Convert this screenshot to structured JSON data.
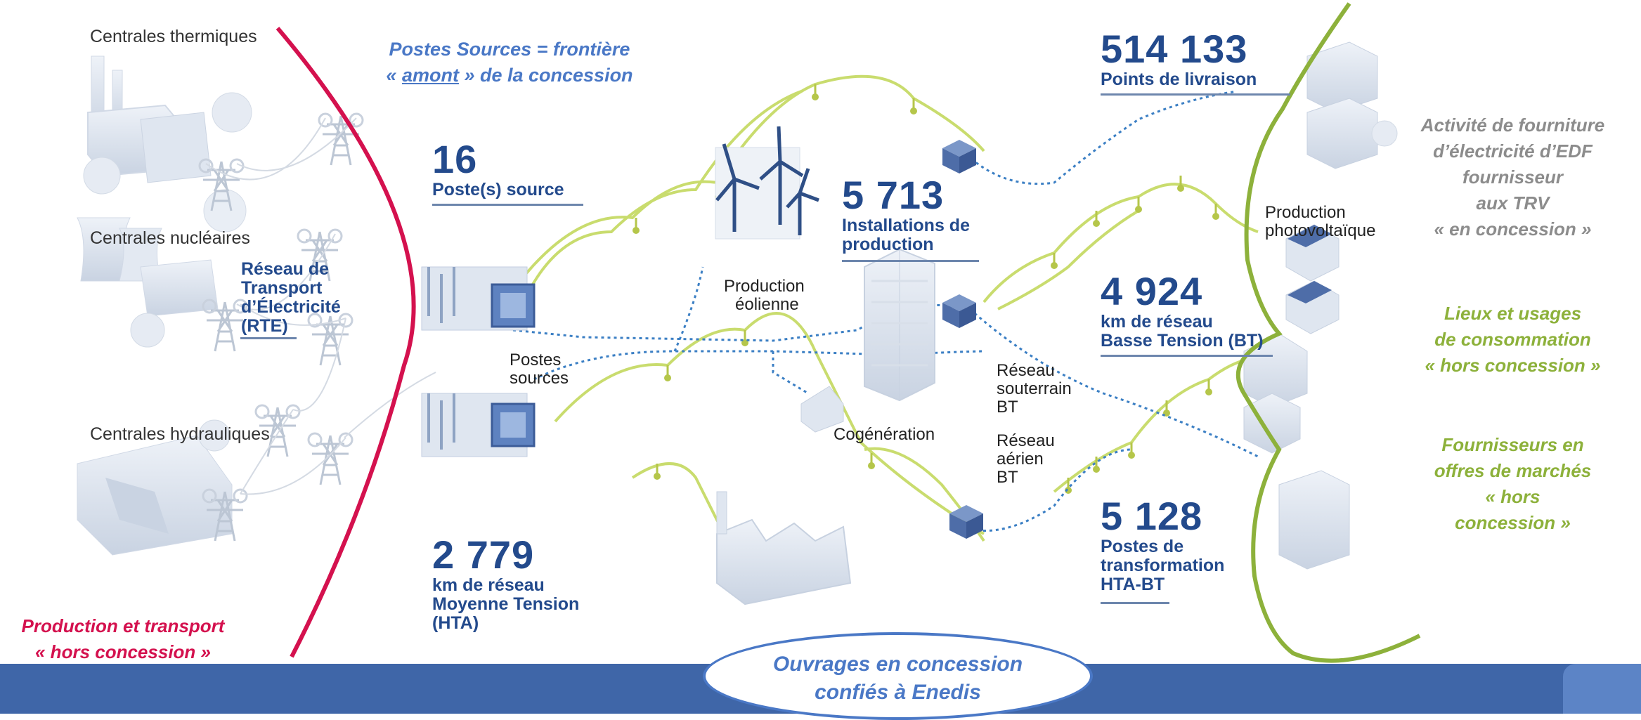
{
  "plants": {
    "thermal": "Centrales thermiques",
    "nuclear": "Centrales nucléaires",
    "hydro": "Centrales hydrauliques"
  },
  "rte_label": [
    "Réseau de",
    "Transport",
    "d’Électricité",
    "(RTE)"
  ],
  "postes_sources_note": {
    "line1": "Postes Sources = frontière",
    "line2_pre": "« ",
    "line2_underlined": "amont",
    "line2_post": " » de la concession"
  },
  "stats": {
    "source": {
      "value": "16",
      "label": [
        "Poste(s) source"
      ]
    },
    "production": {
      "value": "5 713",
      "label": [
        "Installations de",
        "production"
      ]
    },
    "delivery": {
      "value": "514 133",
      "label": [
        "Points de livraison"
      ]
    },
    "bt": {
      "value": "4 924",
      "label": [
        "km de réseau",
        "Basse Tension (BT)"
      ]
    },
    "hta": {
      "value": "2 779",
      "label": [
        "km de réseau",
        "Moyenne Tension",
        "(HTA)"
      ]
    },
    "transfo": {
      "value": "5 128",
      "label": [
        "Postes de",
        "transformation",
        "HTA-BT"
      ]
    }
  },
  "facility_labels": {
    "postes_sources": [
      "Postes",
      "sources"
    ],
    "wind": [
      "Production",
      "éolienne"
    ],
    "cogeneration": "Cogénération",
    "solar": [
      "Production",
      "photovoltaïque"
    ],
    "underground_bt": [
      "Réseau",
      "souterrain",
      "BT"
    ],
    "aerial_bt": [
      "Réseau",
      "aérien",
      "BT"
    ]
  },
  "right_notes": {
    "edf": [
      "Activité de fourniture",
      "d’électricité d’EDF",
      "fournisseur",
      "aux TRV",
      "« en concession »"
    ],
    "usage": [
      "Lieux et usages",
      "de consommation",
      "« hors concession »"
    ],
    "suppliers": [
      "Fournisseurs en",
      "offres de marchés",
      "« hors",
      "concession »"
    ]
  },
  "left_note": [
    "Production et transport",
    "« hors concession »"
  ],
  "badge": [
    "Ouvrages en concession",
    "confiés à Enedis"
  ],
  "colors": {
    "navy": "#234a8c",
    "accent_blue": "#4a78c6",
    "lime_line": "#c9dc6e",
    "green_curve": "#8db13b",
    "red_curve": "#d4114e",
    "grey_text": "#8c8c8c",
    "bar": "#3f66a8"
  },
  "icons": [
    "power-plant-icon",
    "pylon-icon",
    "wind-turbine-icon",
    "substation-icon",
    "transformer-icon",
    "building-icon",
    "house-icon",
    "solar-house-icon",
    "factory-icon"
  ]
}
